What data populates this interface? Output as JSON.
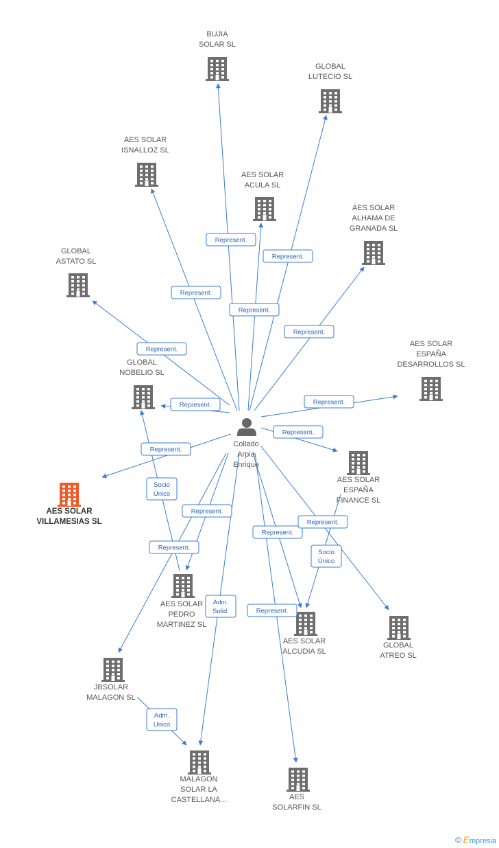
{
  "colors": {
    "edge": "#3a7bd5",
    "building": "#6e6e6e",
    "highlight": "#f05a28",
    "person": "#666666"
  },
  "person": {
    "id": "p",
    "lines": [
      "Collado",
      "Arpia",
      "Enrique"
    ]
  },
  "companies": [
    {
      "id": "bujia",
      "lines": [
        "BUJIA",
        "SOLAR SL"
      ]
    },
    {
      "id": "lutecio",
      "lines": [
        "GLOBAL",
        "LUTECIO SL"
      ]
    },
    {
      "id": "isnalloz",
      "lines": [
        "AES SOLAR",
        "ISNALLOZ SL"
      ]
    },
    {
      "id": "acula",
      "lines": [
        "AES SOLAR",
        "ACULA SL"
      ]
    },
    {
      "id": "alhama",
      "lines": [
        "AES SOLAR",
        "ALHAMA DE",
        "GRANADA SL"
      ]
    },
    {
      "id": "astato",
      "lines": [
        "GLOBAL",
        "ASTATO SL"
      ]
    },
    {
      "id": "desarrollos",
      "lines": [
        "AES SOLAR",
        "ESPAÑA",
        "DESARROLLOS SL"
      ]
    },
    {
      "id": "nobelio",
      "lines": [
        "GLOBAL",
        "NOBELIO SL"
      ]
    },
    {
      "id": "finance",
      "lines": [
        "AES SOLAR",
        "ESPAÑA",
        "FINANCE SL"
      ]
    },
    {
      "id": "villamesias",
      "lines": [
        "AES SOLAR",
        "VILLAMESIAS SL"
      ],
      "highlight": true
    },
    {
      "id": "pedro",
      "lines": [
        "AES SOLAR",
        "PEDRO",
        "MARTINEZ SL"
      ]
    },
    {
      "id": "alcudia",
      "lines": [
        "AES SOLAR",
        "ALCUDIA SL"
      ]
    },
    {
      "id": "atreo",
      "lines": [
        "GLOBAL",
        "ATREO SL"
      ]
    },
    {
      "id": "jbsolar",
      "lines": [
        "JBSOLAR",
        "MALAGON SL"
      ]
    },
    {
      "id": "malagon",
      "lines": [
        "MALAGON",
        "SOLAR LA",
        "CASTELLANA..."
      ]
    },
    {
      "id": "solarfin",
      "lines": [
        "AES",
        "SOLARFIN SL"
      ]
    }
  ],
  "edges": [
    {
      "from": "p",
      "to": "bujia",
      "label": "Represent."
    },
    {
      "from": "p",
      "to": "lutecio",
      "label": "Represent."
    },
    {
      "from": "p",
      "to": "isnalloz",
      "label": "Represent."
    },
    {
      "from": "p",
      "to": "acula",
      "label": "Represent."
    },
    {
      "from": "p",
      "to": "alhama",
      "label": "Represent."
    },
    {
      "from": "p",
      "to": "astato",
      "label": "Represent."
    },
    {
      "from": "p",
      "to": "desarrollos",
      "label": "Represent."
    },
    {
      "from": "p",
      "to": "nobelio",
      "label": "Represent."
    },
    {
      "from": "p",
      "to": "finance",
      "label": "Represent."
    },
    {
      "from": "p",
      "to": "villamesias",
      "label": "Represent."
    },
    {
      "from": "pedro",
      "to": "nobelio",
      "label": "Socio Único"
    },
    {
      "from": "p",
      "to": "pedro",
      "label": "Represent."
    },
    {
      "from": "p",
      "to": "jbsolar",
      "label": "Represent."
    },
    {
      "from": "p",
      "to": "malagon",
      "label": "Adm. Solid."
    },
    {
      "from": "p",
      "to": "alcudia",
      "label": "Represent."
    },
    {
      "from": "finance",
      "to": "alcudia",
      "label": "Socio Único"
    },
    {
      "from": "p",
      "to": "atreo",
      "label": "Represent."
    },
    {
      "from": "p",
      "to": "solarfin",
      "label": "Represent."
    },
    {
      "from": "jbsolar",
      "to": "malagon",
      "label": "Adm. Unico"
    }
  ],
  "watermark": {
    "symbol": "©",
    "initial": "E",
    "rest": "mpresia"
  }
}
